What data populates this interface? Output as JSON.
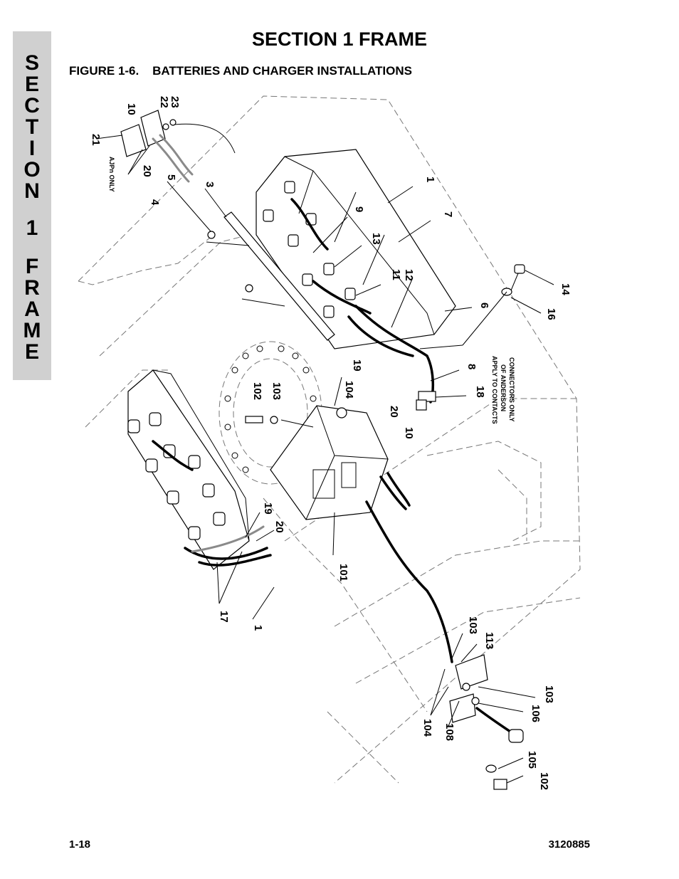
{
  "header": {
    "title": "SECTION 1  FRAME"
  },
  "side_tab": {
    "letters": [
      "S",
      "E",
      "C",
      "T",
      "I",
      "O",
      "N",
      "1",
      "F",
      "R",
      "A",
      "M",
      "E"
    ]
  },
  "figure": {
    "title": "FIGURE 1-6.    BATTERIES AND CHARGER INSTALLATIONS"
  },
  "notes": {
    "ajpn": "AJPn ONLY",
    "anderson_line1": "APPLY TO CONTACTS",
    "anderson_line2": "OF ANDERSON",
    "anderson_line3": "CONNECTORS ONLY"
  },
  "callouts": [
    "21",
    "10",
    "22",
    "23",
    "20",
    "4",
    "5",
    "3",
    "1",
    "7",
    "9",
    "13",
    "11",
    "12",
    "14",
    "16",
    "6",
    "19",
    "8",
    "18",
    "20",
    "10",
    "102",
    "103",
    "104",
    "101",
    "19",
    "20",
    "17",
    "1",
    "103",
    "113",
    "103",
    "106",
    "104",
    "108",
    "105",
    "102"
  ],
  "footer": {
    "left": "1-18",
    "right": "3120885"
  }
}
